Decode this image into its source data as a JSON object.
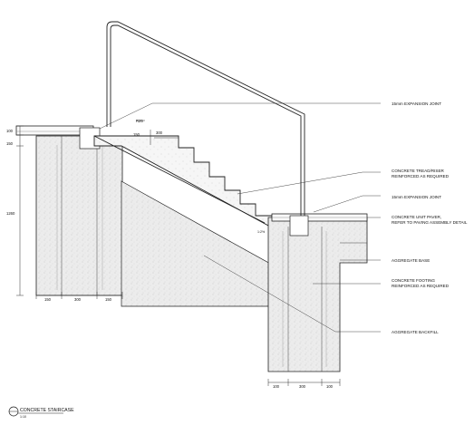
{
  "drawing_title": "CONCRETE STAIRCASE",
  "drawing_scale": "1:10",
  "callouts": {
    "expansion_joint_top": "15mm EXPANSION JOINT",
    "tread_riser_1": "CONCRETE TREAD/RISER",
    "tread_riser_2": "REINFORCED AS REQUIRED",
    "expansion_joint_mid": "15mm EXPANSION JOINT",
    "unit_paver_1": "CONCRETE UNIT PAVER,",
    "unit_paver_2": "REFER TO PAVING ASSEMBLY DETAIL",
    "aggregate_base": "AGGREGATE BASE",
    "footing_1": "CONCRETE FOOTING",
    "footing_2": "REINFORCED AS REQUIRED",
    "aggregate_backfill": "AGGREGATE BACKFILL"
  },
  "dimensions": {
    "paver_thickness": "100",
    "top_depth": "150",
    "wall_height": "1260",
    "radius": "R25",
    "riser_height": "150",
    "tread_width": "300",
    "nosing_slope": "1:2%",
    "left_base_1": "150",
    "left_base_2": "300",
    "left_base_3": "150",
    "right_base_1": "100",
    "right_base_2": "300",
    "right_base_3": "100"
  }
}
